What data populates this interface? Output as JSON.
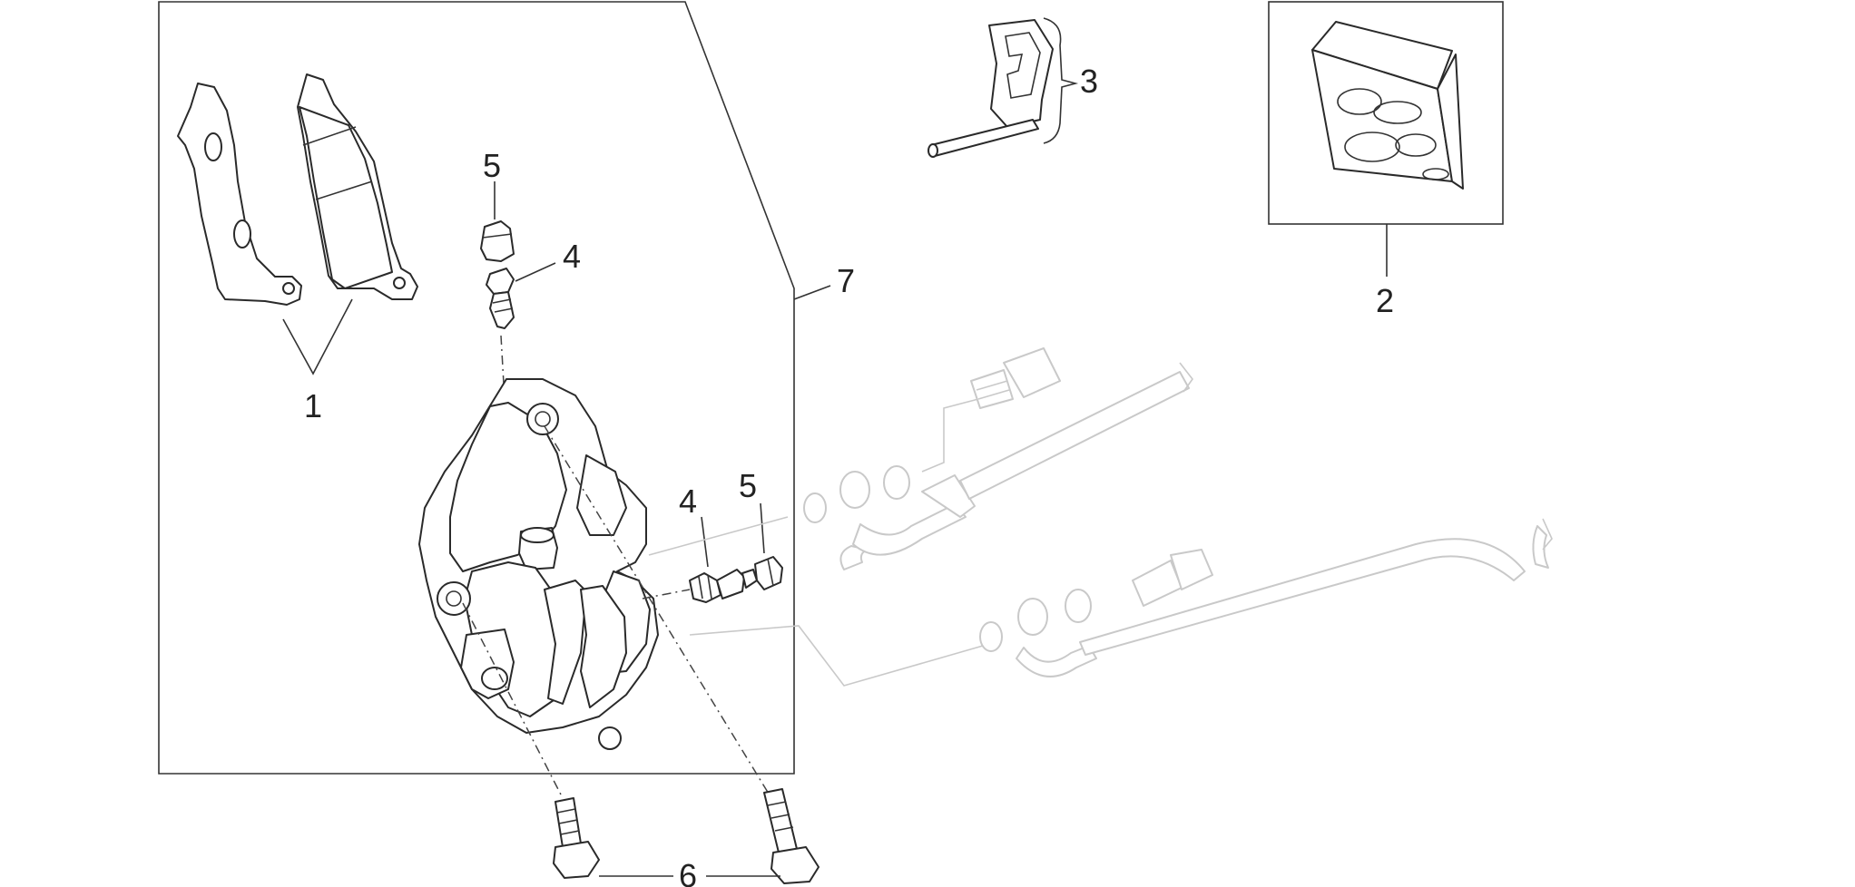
{
  "callouts": [
    "1",
    "2",
    "3",
    "4",
    "4",
    "5",
    "5",
    "6",
    "7"
  ],
  "icons": [
    "brake-pad",
    "seal-kit-bag",
    "pad-spring-and-pin",
    "bleed-screw",
    "bleed-cap",
    "caliper-bolt",
    "brake-caliper",
    "brake-hose",
    "banjo-bolt",
    "washer"
  ]
}
